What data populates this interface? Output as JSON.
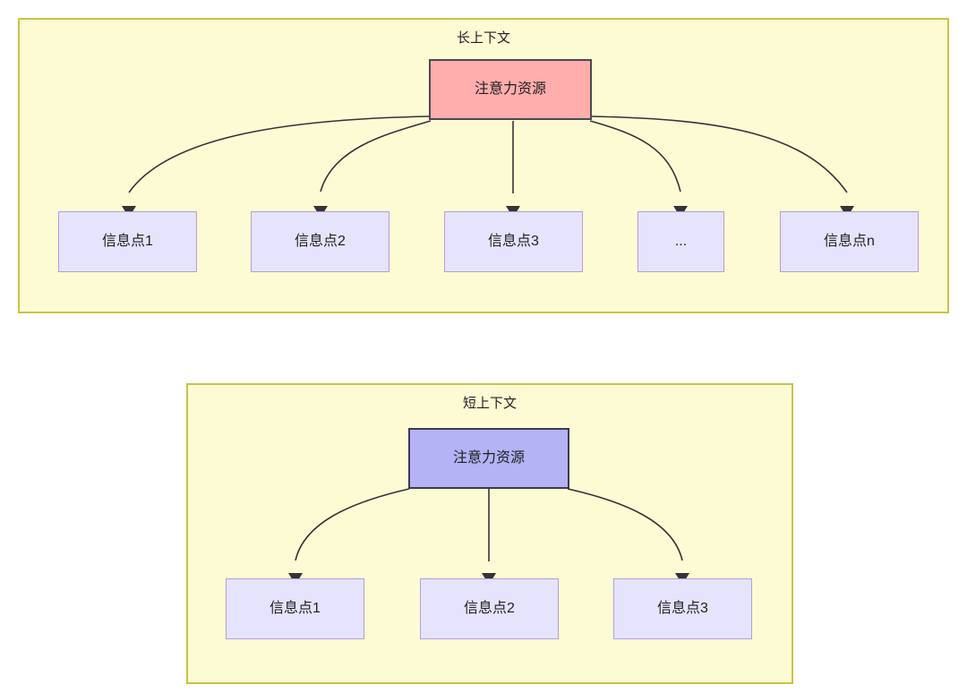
{
  "diagram": {
    "type": "node-link",
    "background_color": "#ffffff",
    "groups": [
      {
        "id": "long-context",
        "title": "长上下文",
        "fill_color": "#fdfbd4",
        "border_color": "#c8c447",
        "root": {
          "label": "注意力资源",
          "fill_color": "#ffadad",
          "border_color": "#4a4a52"
        },
        "leaves": [
          {
            "label": "信息点1"
          },
          {
            "label": "信息点2"
          },
          {
            "label": "信息点3"
          },
          {
            "label": "..."
          },
          {
            "label": "信息点n"
          }
        ],
        "leaf_fill_color": "#e6e3fc",
        "leaf_border_color": "#b39ddb",
        "edge_count": 5
      },
      {
        "id": "short-context",
        "title": "短上下文",
        "fill_color": "#fdfbd4",
        "border_color": "#c8c447",
        "root": {
          "label": "注意力资源",
          "fill_color": "#b3b3f5",
          "border_color": "#3b3b4c"
        },
        "leaves": [
          {
            "label": "信息点1"
          },
          {
            "label": "信息点2"
          },
          {
            "label": "信息点3"
          }
        ],
        "leaf_fill_color": "#e6e3fc",
        "leaf_border_color": "#b39ddb",
        "edge_count": 3
      }
    ],
    "edge_color": "#333338"
  }
}
